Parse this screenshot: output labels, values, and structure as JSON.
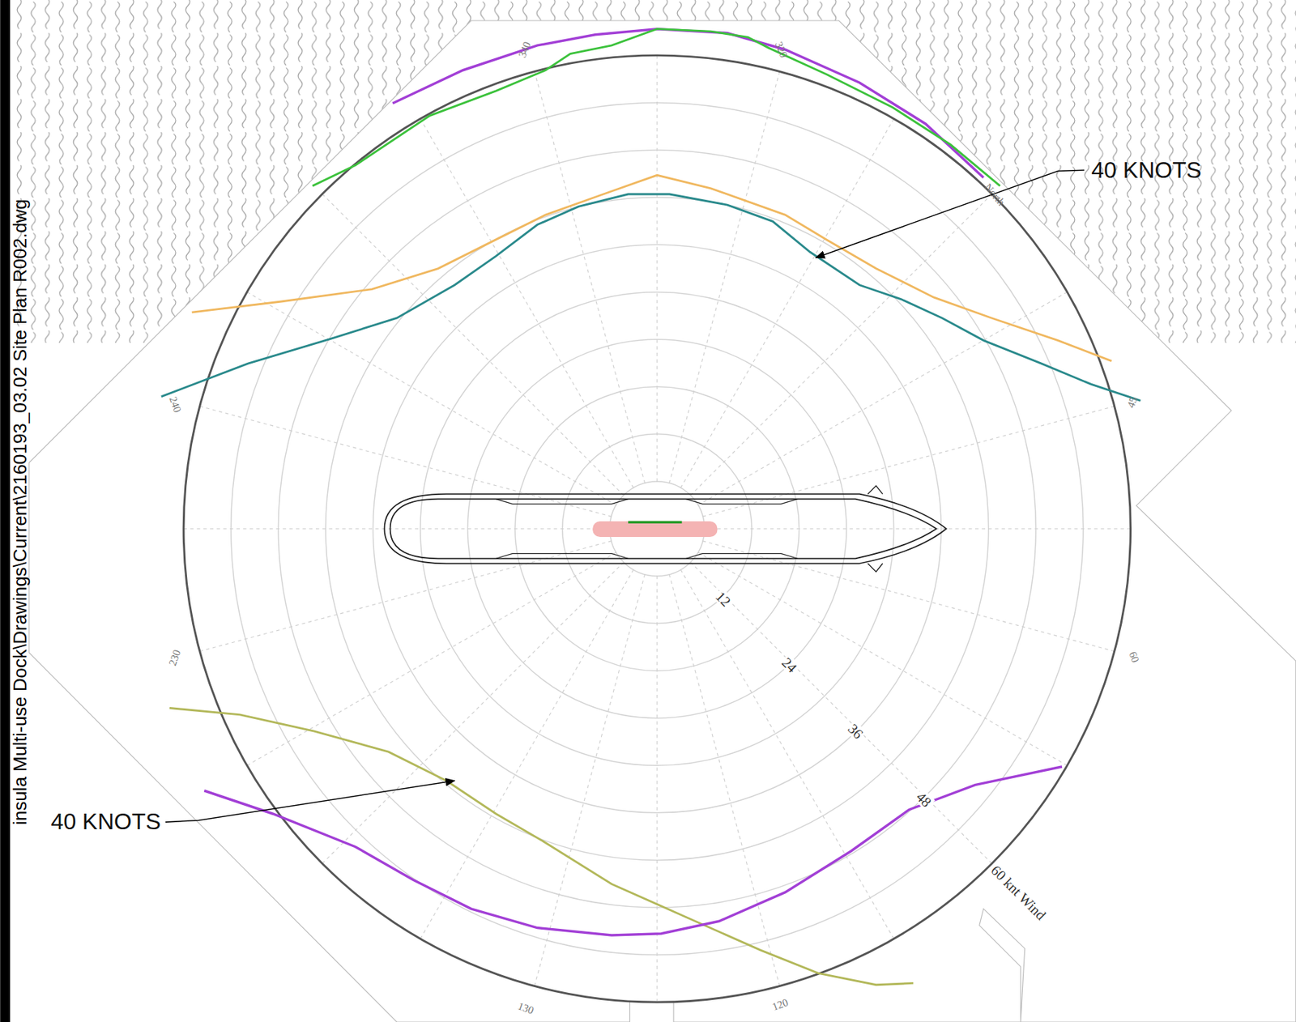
{
  "diagram": {
    "labels": [
      "40 KNOTS",
      "40 KNOTS",
      "12",
      "24",
      "36",
      "48",
      "60 knt Wind",
      "340",
      "320",
      "North",
      "240",
      "45",
      "230",
      "60",
      "130",
      "120",
      "insula Multi-use Dock\\Drawings\\Current\\2160193_03.02 Site Plan R002.dwg"
    ]
  }
}
